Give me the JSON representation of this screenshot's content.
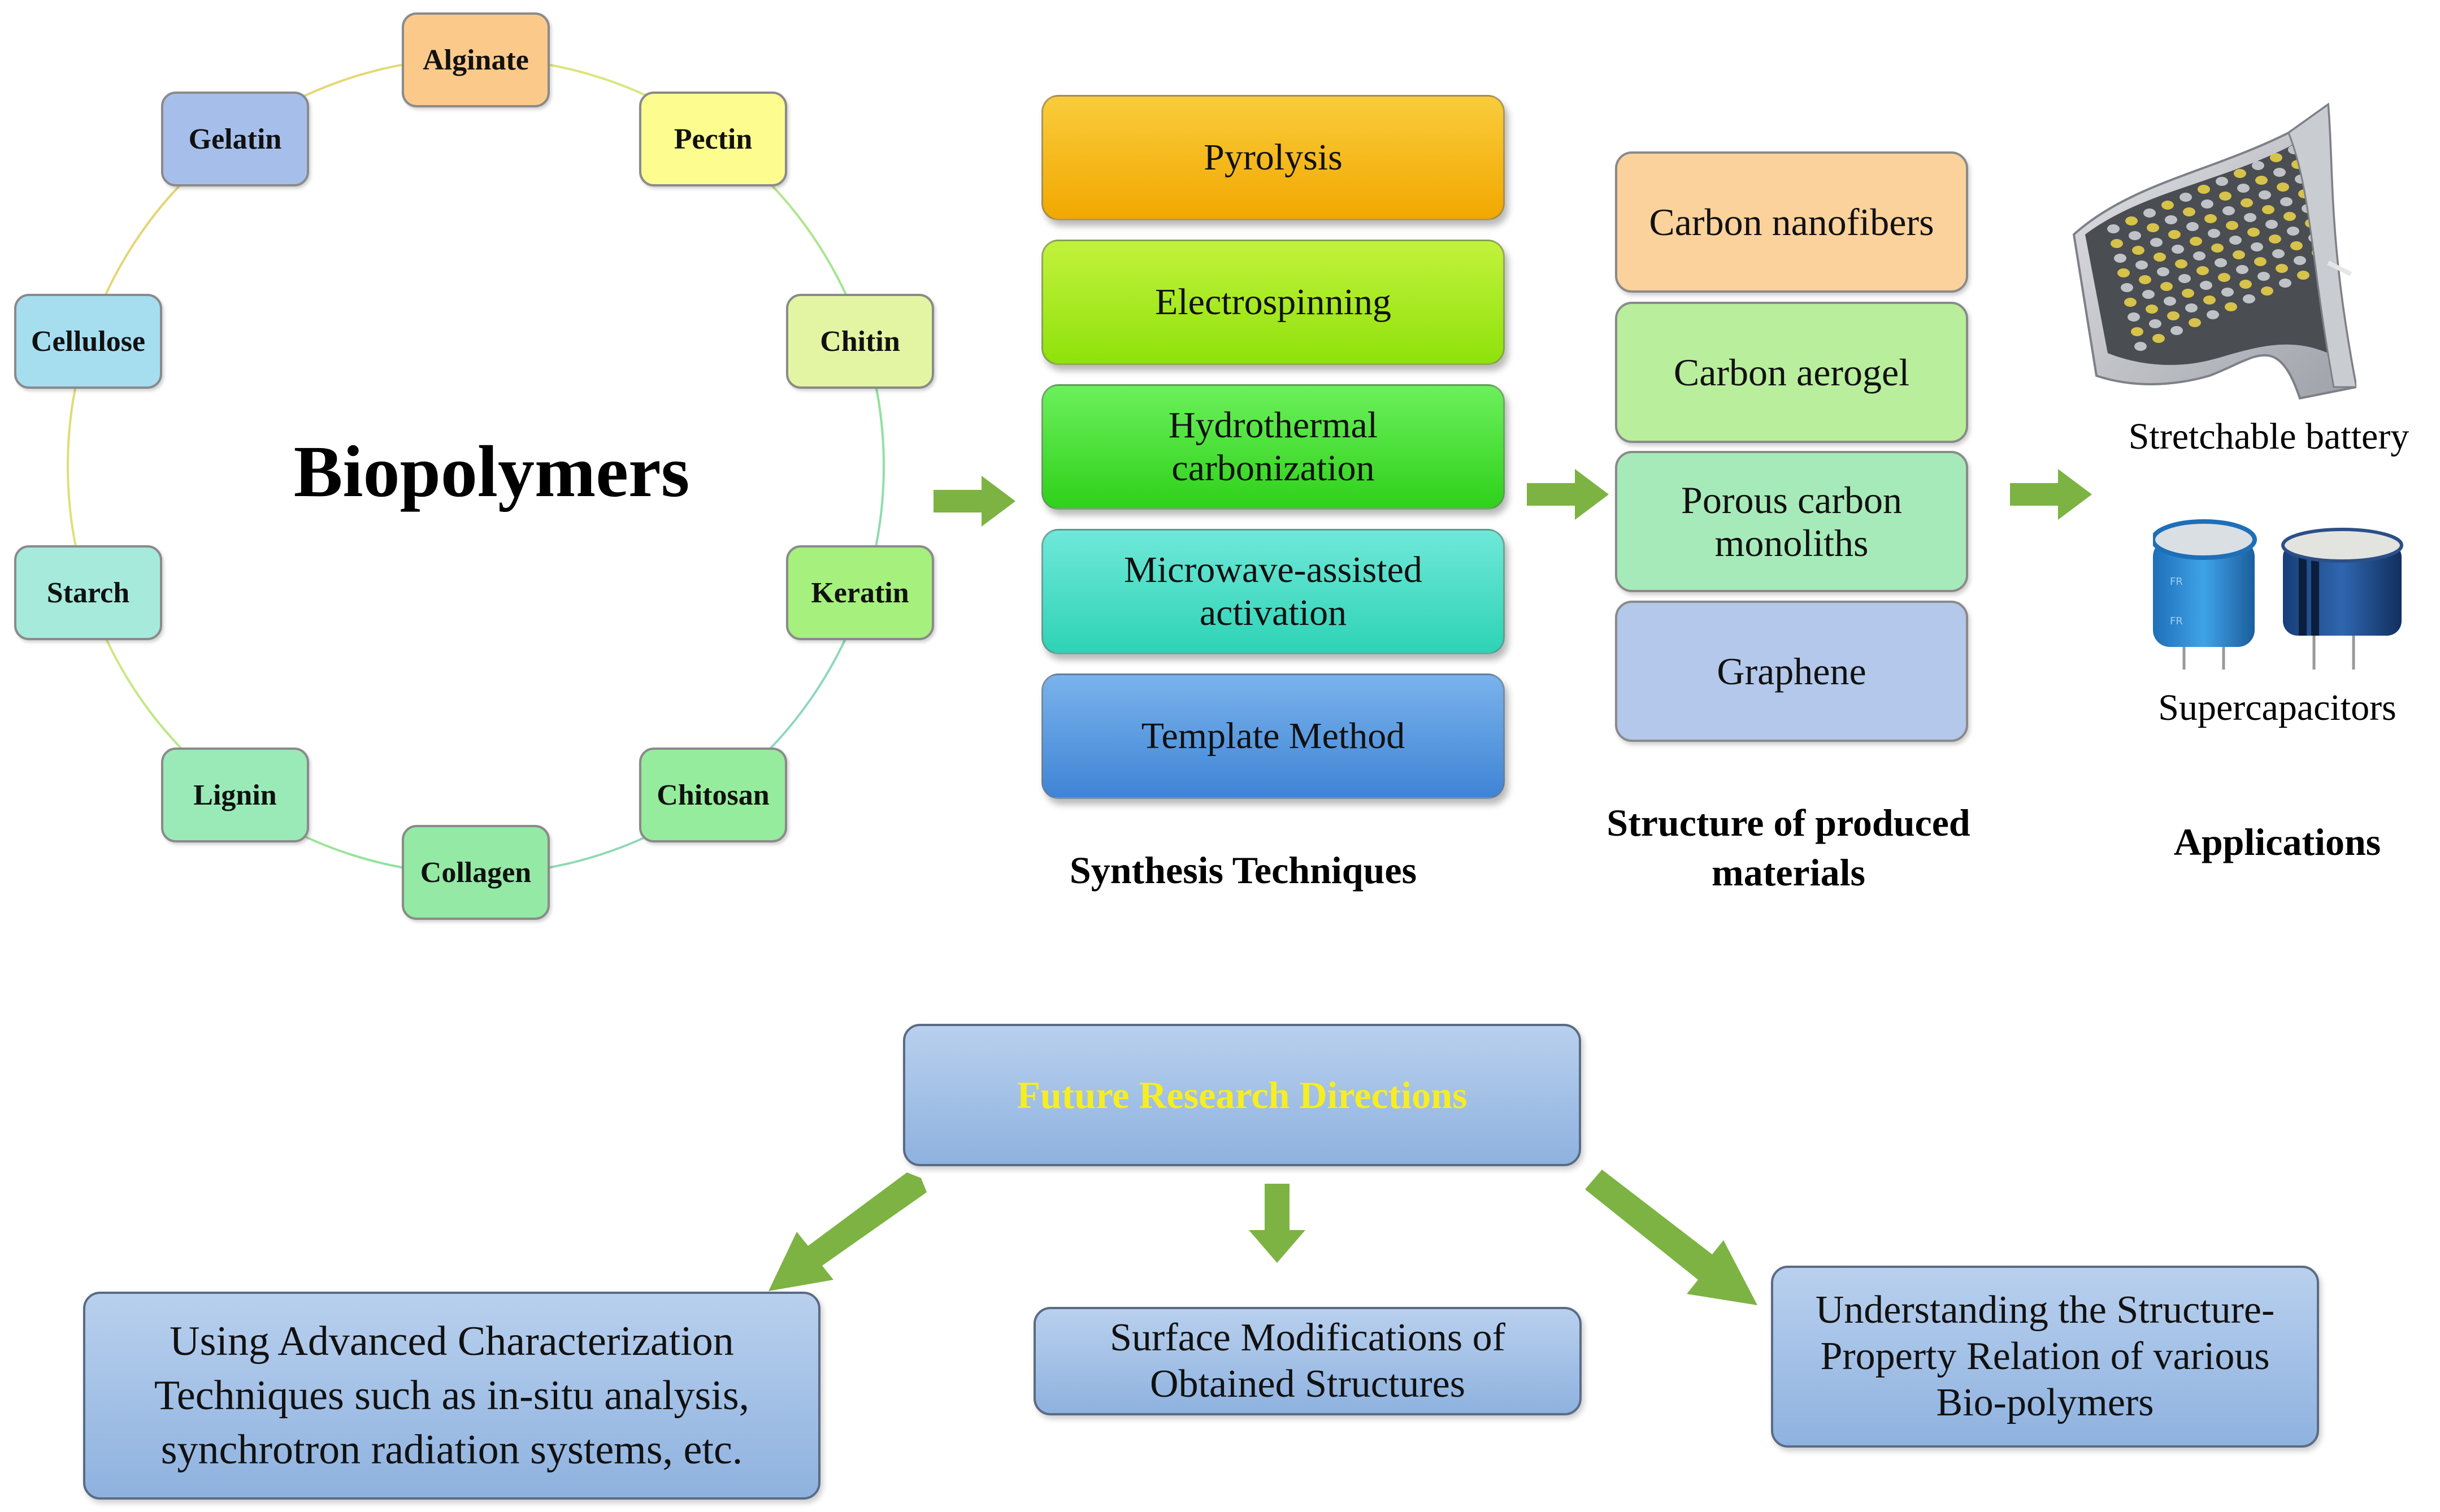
{
  "biopolymers": {
    "title": "Biopolymers",
    "ring_color_top": "#f2c66b",
    "items": [
      {
        "label": "Alginate",
        "color": "#fbc98a"
      },
      {
        "label": "Pectin",
        "color": "#fdfc8f"
      },
      {
        "label": "Chitin",
        "color": "#e3f5a2"
      },
      {
        "label": "Keratin",
        "color": "#a6f07d"
      },
      {
        "label": "Chitosan",
        "color": "#95ec9c"
      },
      {
        "label": "Collagen",
        "color": "#94e9a4"
      },
      {
        "label": "Lignin",
        "color": "#9aeab7"
      },
      {
        "label": "Starch",
        "color": "#a6eadc"
      },
      {
        "label": "Cellulose",
        "color": "#a6def0"
      },
      {
        "label": "Gelatin",
        "color": "#a6bfea"
      }
    ]
  },
  "synthesis": {
    "caption": "Synthesis Techniques",
    "items": [
      {
        "label": "Pyrolysis",
        "c1": "#f9cc3c",
        "c2": "#f2a800"
      },
      {
        "label": "Electrospinning",
        "c1": "#c2f23c",
        "c2": "#8fe20b"
      },
      {
        "label": "Hydrothermal carbonization",
        "c1": "#6cf05c",
        "c2": "#2fd11a"
      },
      {
        "label": "Microwave-assisted activation",
        "c1": "#6fe8d8",
        "c2": "#2ed3b6"
      },
      {
        "label": "Template Method",
        "c1": "#7ab3ec",
        "c2": "#3f84d5"
      }
    ]
  },
  "structures": {
    "caption": "Structure of produced materials",
    "items": [
      {
        "label": "Carbon nanofibers",
        "color": "#fbd29c"
      },
      {
        "label": "Carbon aerogel",
        "color": "#b9ee9c"
      },
      {
        "label": "Porous carbon monoliths",
        "color": "#a7eab9"
      },
      {
        "label": "Graphene",
        "color": "#b3c8ea"
      }
    ]
  },
  "applications": {
    "caption": "Applications",
    "battery_label": "Stretchable battery",
    "capacitor_label": "Supercapacitors",
    "capacitor_mark": "FR"
  },
  "future": {
    "title": "Future Research Directions",
    "items": [
      "Using Advanced Characterization Techniques such as in-situ analysis, synchrotron radiation systems, etc.",
      "Surface Modifications of Obtained Structures",
      "Understanding the Structure-Property Relation of various Bio-polymers"
    ]
  },
  "colors": {
    "arrow": "#7cb342",
    "future_title": "#f6ee22"
  }
}
